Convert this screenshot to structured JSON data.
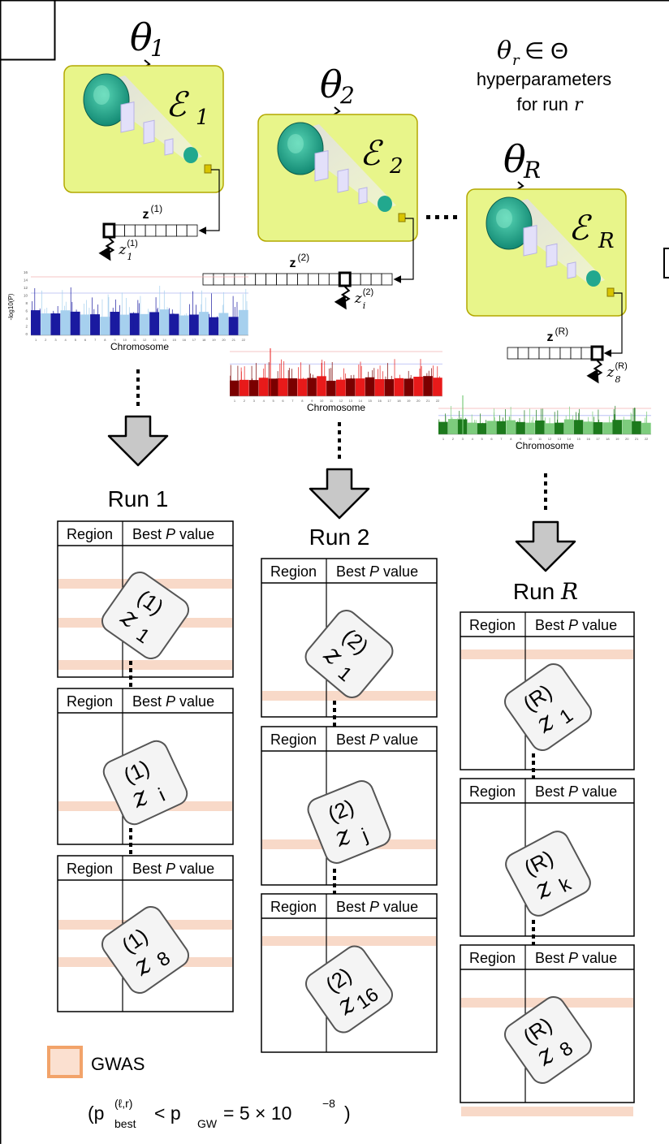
{
  "header": {
    "hyper_symbol": "θ",
    "hyper_sub": "r",
    "hyper_rel": "∈ Θ",
    "hyper_line1": "hyperparameters",
    "hyper_line2": "for run",
    "hyper_run_var": "r"
  },
  "encoders": [
    {
      "theta_sub": "1",
      "enc_sub": "1",
      "z_sup": "(1)",
      "sel_sub": "1",
      "sel_sup": "(1)"
    },
    {
      "theta_sub": "2",
      "enc_sub": "2",
      "z_sup": "(2)",
      "sel_sub": "i",
      "sel_sup": "(2)"
    },
    {
      "theta_sub": "R",
      "enc_sub": "R",
      "z_sup": "(R)",
      "sel_sub": "8",
      "sel_sup": "(R)"
    }
  ],
  "z_symbol": "z",
  "manhattan": {
    "xlabel": "Chromosome",
    "ylabel": "-log10(P)",
    "ticks_small": [
      "16",
      "14",
      "12",
      "10",
      "8",
      "6",
      "4",
      "2",
      "0"
    ]
  },
  "runs": [
    {
      "title": "Run 1",
      "tables": [
        {
          "sub": "1",
          "sup": "(1)"
        },
        {
          "sub": "i",
          "sup": "(1)"
        },
        {
          "sub": "8",
          "sup": "(1)"
        }
      ]
    },
    {
      "title": "Run 2",
      "tables": [
        {
          "sub": "1",
          "sup": "(2)"
        },
        {
          "sub": "j",
          "sup": "(2)"
        },
        {
          "sub": "16",
          "sup": "(2)"
        }
      ]
    },
    {
      "title_prefix": "Run",
      "title_var": "R",
      "tables": [
        {
          "sub": "1",
          "sup": "(R)"
        },
        {
          "sub": "k",
          "sup": "(R)"
        },
        {
          "sub": "8",
          "sup": "(R)"
        }
      ]
    }
  ],
  "table_headers": {
    "region": "Region",
    "best_p_prefix": "Best",
    "best_p_italic": "P",
    "best_p_suffix": "value"
  },
  "legend": {
    "label": "GWAS",
    "formula_text": "(p",
    "formula_sub": "best",
    "formula_sup": "(ℓ,r)",
    "formula_mid": "< p",
    "formula_sub2": "GW",
    "formula_end": "= 5 × 10",
    "formula_exp": "−8",
    "formula_close": ")"
  },
  "colors": {
    "encoder_bg": "#e8f58a",
    "encoder_border": "#b3a800",
    "highlight": "#f8d9c8",
    "legend_border": "#f2a36a",
    "arrow_fill": "#c8c8c8",
    "run1_dark": "#1a1aa0",
    "run1_light": "#a6d0ee",
    "run2_dark": "#7a0000",
    "run2_light": "#e81a1a",
    "runR_dark": "#1d7a1d",
    "runR_light": "#7dcc7d"
  }
}
